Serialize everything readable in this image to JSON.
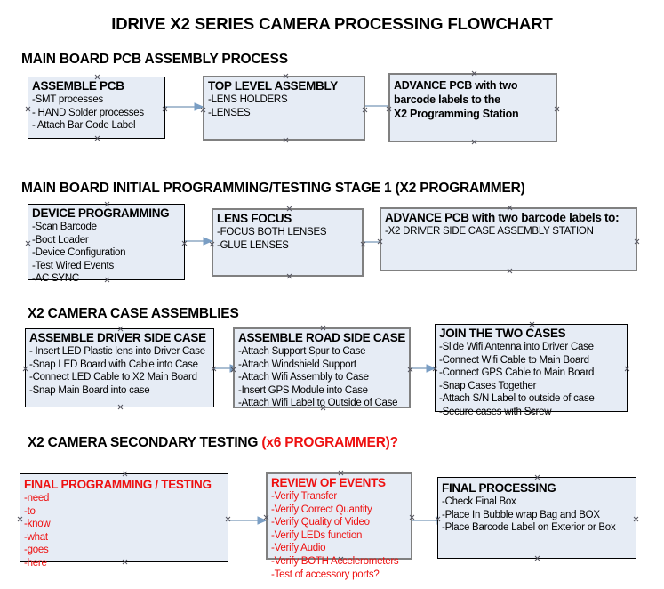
{
  "document": {
    "title": "IDRIVE X2  SERIES CAMERA PROCESSING FLOWCHART"
  },
  "sections": [
    {
      "id": "main-board-pcb-assembly-process",
      "header": "MAIN BOARD PCB ASSEMBLY PROCESS",
      "header_accent": "",
      "boxes": [
        {
          "id": "assemble-pcb",
          "title": "ASSEMBLE PCB",
          "title_color": "#000000",
          "border_style": "black",
          "lines": [
            "-SMT processes",
            "- HAND Solder processes",
            "- Attach Bar Code Label"
          ]
        },
        {
          "id": "top-level-assembly",
          "title": "TOP LEVEL ASSEMBLY",
          "title_color": "#000000",
          "border_style": "dark",
          "lines": [
            "-LENS HOLDERS",
            "-LENSES"
          ]
        },
        {
          "id": "advance-pcb-to-x2-programming-station",
          "title": "ADVANCE PCB with two",
          "title_color": "#000000",
          "border_style": "dark",
          "lines": [
            "barcode labels to the",
            " X2 Programming Station"
          ]
        }
      ]
    },
    {
      "id": "main-board-initial-programming-testing-stage-1",
      "header": "MAIN BOARD INITIAL PROGRAMMING/TESTING STAGE 1 (X2 PROGRAMMER)",
      "header_accent": "",
      "boxes": [
        {
          "id": "device-programming",
          "title": "DEVICE PROGRAMMING",
          "title_color": "#000000",
          "border_style": "black",
          "lines": [
            "-Scan Barcode",
            "-Boot Loader",
            "-Device Configuration",
            "-Test Wired Events",
            "-AC SYNC"
          ]
        },
        {
          "id": "lens-focus",
          "title": "LENS FOCUS",
          "title_color": "#000000",
          "border_style": "dark",
          "lines": [
            "-FOCUS BOTH LENSES",
            "-GLUE LENSES"
          ]
        },
        {
          "id": "advance-pcb-to-driver-side-case-assembly",
          "title": "ADVANCE PCB with two barcode labels to:",
          "title_color": "#000000",
          "border_style": "dark",
          "lines": [
            "-X2 DRIVER  SIDE  CASE  ASSEMBLY STATION"
          ]
        }
      ]
    },
    {
      "id": "x2-camera-case-assemblies",
      "header": "X2 CAMERA CASE ASSEMBLIES",
      "header_accent": "",
      "boxes": [
        {
          "id": "assemble-driver-side-case",
          "title": "ASSEMBLE DRIVER SIDE CASE",
          "title_color": "#000000",
          "border_style": "black",
          "lines": [
            "- Insert LED Plastic lens into Driver Case",
            "-Snap LED Board with Cable into Case",
            "-Connect LED Cable to X2 Main Board",
            "-Snap Main Board into case"
          ]
        },
        {
          "id": "assemble-road-side-case",
          "title": "ASSEMBLE ROAD SIDE CASE",
          "title_color": "#000000",
          "border_style": "dark",
          "lines": [
            "-Attach Support Spur to Case",
            "-Attach Windshield Support",
            "-Attach Wifi Assembly to Case",
            "-Insert GPS Module into Case",
            "-Attach Wifi Label to Outside of Case"
          ]
        },
        {
          "id": "join-the-two-cases",
          "title": "JOIN THE TWO CASES",
          "title_color": "#000000",
          "border_style": "black",
          "lines": [
            "-Slide Wifi Antenna into Driver Case",
            "-Connect Wifi Cable to Main Board",
            "-Connect GPS Cable to Main Board",
            "-Snap Cases Together",
            "-Attach S/N Label to outside of case",
            "-Secure cases with Screw"
          ]
        }
      ]
    },
    {
      "id": "x2-camera-secondary-testing",
      "header": "X2 CAMERA SECONDARY TESTING ",
      "header_accent": "(x6 PROGRAMMER)?",
      "boxes": [
        {
          "id": "final-programming-testing",
          "title": "FINAL PROGRAMMING / TESTING",
          "title_color": "#ee1111",
          "border_style": "black",
          "lines": [
            "-need",
            "-to",
            "-know",
            "-what",
            "-goes",
            "-here"
          ]
        },
        {
          "id": "review-of-events",
          "title": "REVIEW OF EVENTS",
          "title_color": "#ee1111",
          "border_style": "dark",
          "lines": [
            "-Verify Transfer",
            "-Verify Correct Quantity",
            "-Verify Quality of Video",
            "-Verify LEDs function",
            "-Verify Audio",
            "-Verify BOTH Accelerometers"
          ],
          "overflow_line": "-Test of accessory ports?"
        },
        {
          "id": "final-processing",
          "title": "FINAL PROCESSING",
          "title_color": "#000000",
          "border_style": "black",
          "lines": [
            " -Check Final Box",
            "-Place In Bubble wrap Bag and BOX",
            "-Place Barcode Label on Exterior or Box"
          ]
        }
      ]
    }
  ],
  "colors": {
    "box_fill": "#e6ecf5",
    "box_border_black": "#000000",
    "box_border_gray": "#808080",
    "connector": "#8ea9c4",
    "accent_red": "#ee1111",
    "text": "#000000",
    "background": "#ffffff"
  },
  "connectors": [
    {
      "id": "conn-assemble-pcb-to-top-level",
      "from": "assemble-pcb",
      "to": "top-level-assembly"
    },
    {
      "id": "conn-top-level-to-advance-pcb",
      "from": "top-level-assembly",
      "to": "advance-pcb-to-x2-programming-station"
    },
    {
      "id": "conn-device-programming-to-lens-focus",
      "from": "device-programming",
      "to": "lens-focus"
    },
    {
      "id": "conn-lens-focus-to-advance-pcb",
      "from": "lens-focus",
      "to": "advance-pcb-to-driver-side-case-assembly"
    },
    {
      "id": "conn-driver-case-to-road-case",
      "from": "assemble-driver-side-case",
      "to": "assemble-road-side-case"
    },
    {
      "id": "conn-road-case-to-join-cases",
      "from": "assemble-road-side-case",
      "to": "join-the-two-cases"
    },
    {
      "id": "conn-final-programming-to-review",
      "from": "final-programming-testing",
      "to": "review-of-events"
    },
    {
      "id": "conn-review-to-final-processing",
      "from": "review-of-events",
      "to": "final-processing"
    }
  ]
}
